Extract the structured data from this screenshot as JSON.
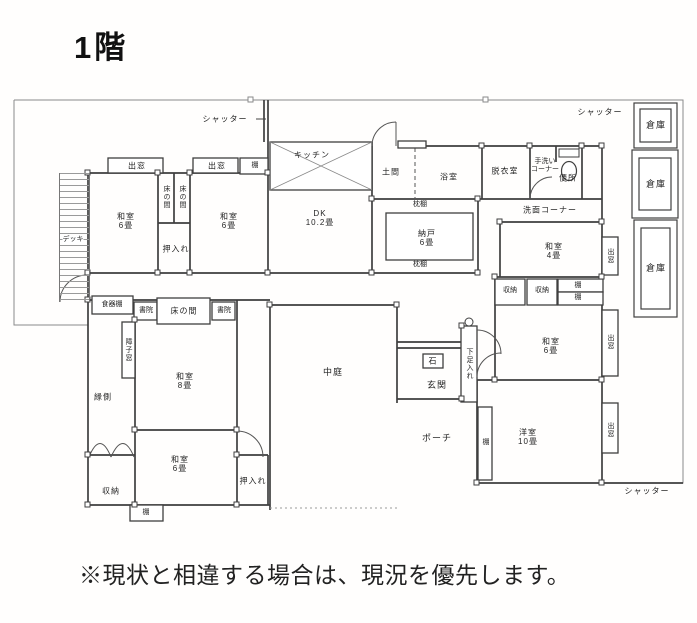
{
  "title": "1階",
  "note": "※現状と相違する場合は、現況を優先します。",
  "labels": {
    "shutter": "シャッター",
    "warehouse": "倉庫",
    "kitchen": "キッチン",
    "bay_window": "出窓",
    "shelf": "棚",
    "tokonoma": "床の間",
    "closet": "押入れ",
    "doma": "土間",
    "bathroom": "浴室",
    "dressing_room": "脱衣室",
    "handwash_line1": "手洗い",
    "handwash_line2": "コーナー",
    "toilet": "便所",
    "pillow_shelf": "枕棚",
    "washroom_corner": "洗面コーナー",
    "storage": "収納",
    "courtyard": "中庭",
    "stone": "石",
    "entrance": "玄関",
    "shoe_cabinet": "下足入れ",
    "porch": "ポーチ",
    "veranda": "縁側",
    "cupboard": "食器棚",
    "shoin": "書院",
    "shoji_window": "障子窓",
    "deck": "デッキ"
  },
  "rooms": {
    "washitsu6": {
      "name": "和室",
      "size": "6畳"
    },
    "washitsu8": {
      "name": "和室",
      "size": "8畳"
    },
    "washitsu4": {
      "name": "和室",
      "size": "4畳"
    },
    "dk": {
      "name": "DK",
      "size": "10.2畳"
    },
    "nando": {
      "name": "納戸",
      "size": "6畳"
    },
    "youshitsu": {
      "name": "洋室",
      "size": "10畳"
    }
  }
}
